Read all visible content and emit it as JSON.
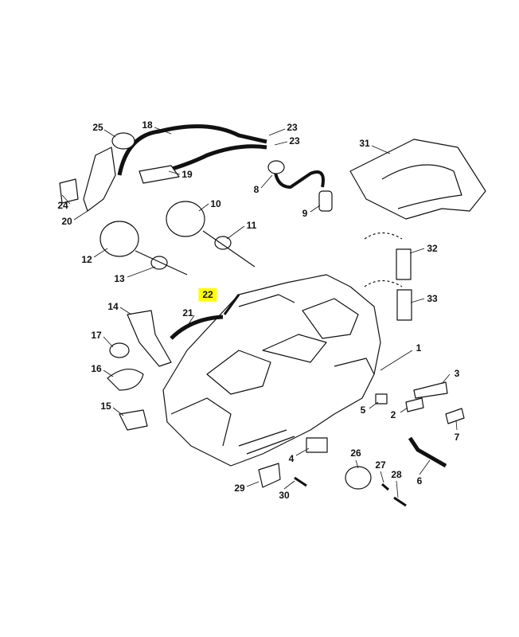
{
  "diagram": {
    "highlight_color": "#ffff00",
    "highlighted_part": "22",
    "parts": [
      {
        "id": "p25",
        "label": "25"
      },
      {
        "id": "p18",
        "label": "18"
      },
      {
        "id": "p23a",
        "label": "23"
      },
      {
        "id": "p23b",
        "label": "23"
      },
      {
        "id": "p31",
        "label": "31"
      },
      {
        "id": "p19",
        "label": "19"
      },
      {
        "id": "p8",
        "label": "8"
      },
      {
        "id": "p9",
        "label": "9"
      },
      {
        "id": "p24",
        "label": "24"
      },
      {
        "id": "p20",
        "label": "20"
      },
      {
        "id": "p10",
        "label": "10"
      },
      {
        "id": "p11",
        "label": "11"
      },
      {
        "id": "p12",
        "label": "12"
      },
      {
        "id": "p13",
        "label": "13"
      },
      {
        "id": "p32",
        "label": "32"
      },
      {
        "id": "p22",
        "label": "22"
      },
      {
        "id": "p21",
        "label": "21"
      },
      {
        "id": "p33",
        "label": "33"
      },
      {
        "id": "p14",
        "label": "14"
      },
      {
        "id": "p17",
        "label": "17"
      },
      {
        "id": "p1",
        "label": "1"
      },
      {
        "id": "p16",
        "label": "16"
      },
      {
        "id": "p3",
        "label": "3"
      },
      {
        "id": "p5",
        "label": "5"
      },
      {
        "id": "p2",
        "label": "2"
      },
      {
        "id": "p7",
        "label": "7"
      },
      {
        "id": "p15",
        "label": "15"
      },
      {
        "id": "p4",
        "label": "4"
      },
      {
        "id": "p26",
        "label": "26"
      },
      {
        "id": "p27",
        "label": "27"
      },
      {
        "id": "p28",
        "label": "28"
      },
      {
        "id": "p6",
        "label": "6"
      },
      {
        "id": "p29",
        "label": "29"
      },
      {
        "id": "p30",
        "label": "30"
      }
    ]
  }
}
